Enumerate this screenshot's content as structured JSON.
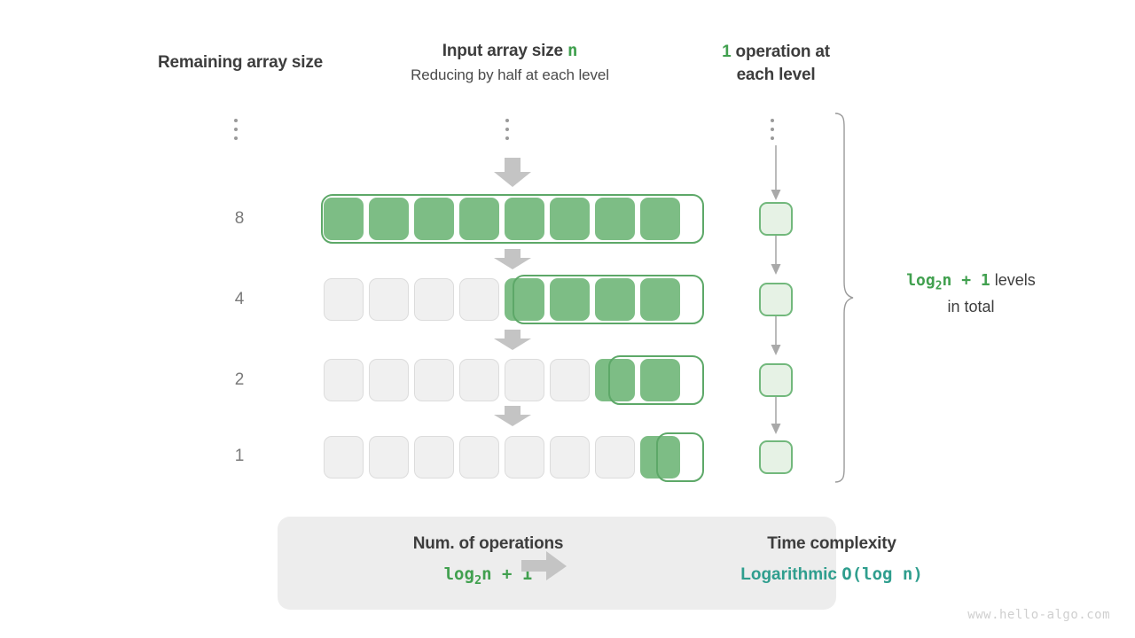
{
  "headers": {
    "left": "Remaining array size",
    "middle_title_prefix": "Input array size ",
    "middle_title_var": "n",
    "middle_subtitle": "Reducing by half at each level",
    "right_count": "1",
    "right_text_line1": " operation at",
    "right_text_line2": "each level"
  },
  "colors": {
    "active_cell": "#7dbd85",
    "active_border": "#5da868",
    "inactive_cell": "#f0f0f0",
    "inactive_border": "#dcdcdc",
    "op_box_fill": "#e6f2e5",
    "op_box_border": "#72b87c",
    "green_accent": "#41a04f",
    "teal_accent": "#2f9e8e",
    "arrow_gray": "#c4c4c4",
    "panel_bg": "#ededed",
    "label_gray": "#7a7a7a",
    "watermark": "#cfcfcf"
  },
  "ellipsis": {
    "size_column": "⋮",
    "array_column": "⋮",
    "ops_column": "⋮"
  },
  "rows": [
    {
      "size_label": "8",
      "total_cells": 8,
      "active_cells": 8,
      "active_start_index": 0
    },
    {
      "size_label": "4",
      "total_cells": 8,
      "active_cells": 4,
      "active_start_index": 4
    },
    {
      "size_label": "2",
      "total_cells": 8,
      "active_cells": 2,
      "active_start_index": 6
    },
    {
      "size_label": "1",
      "total_cells": 8,
      "active_cells": 1,
      "active_start_index": 7
    }
  ],
  "operations": {
    "box_count": 4,
    "per_level": "1"
  },
  "brace_note": {
    "formula_pre": "log",
    "formula_sub": "2",
    "formula_post": "n + 1",
    "text_line1": "levels",
    "text_line2": "in total"
  },
  "summary": {
    "left_title": "Num. of operations",
    "left_value_pre": "log",
    "left_value_sub": "2",
    "left_value_post": "n + 1",
    "arrow_icon": "right-block-arrow",
    "right_title": "Time complexity",
    "right_value_word": "Logarithmic",
    "right_value_notation": "O(log n)"
  },
  "watermark": "www.hello-algo.com"
}
